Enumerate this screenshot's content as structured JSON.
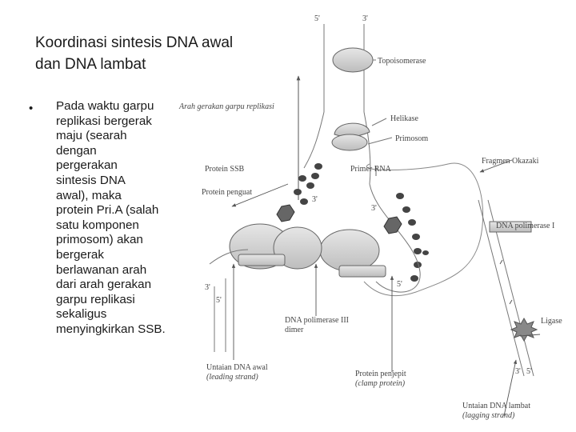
{
  "slide": {
    "title_lines": [
      "Koordinasi sintesis DNA awal",
      "dan DNA lambat"
    ],
    "bullet_symbol": "•",
    "bullet_lines": [
      "Pada waktu garpu",
      "replikasi bergerak",
      "maju (searah",
      "dengan",
      "pergerakan",
      "sintesis DNA",
      "awal), maka",
      "protein Pri.A (salah",
      "satu komponen",
      "primosom) akan",
      "bergerak",
      "berlawanan arah",
      "dari arah gerakan",
      "garpu replikasi",
      "sekaligus",
      "menyingkirkan SSB."
    ]
  },
  "diagram": {
    "labels": {
      "five_prime_top": "5'",
      "three_prime_top": "3'",
      "topoisomerase": "Topoisomerase",
      "arah": "Arah gerakan garpu replikasi",
      "helikase": "Helikase",
      "primosom": "Primosom",
      "fragmen_okazaki": "Fragmen Okazaki",
      "protein_ssb": "Protein SSB",
      "primer_rna": "Primer RNA",
      "protein_penguat": "Protein penguat",
      "three_prime_a": "3'",
      "three_prime_b": "3'",
      "dna_pol_i": "DNA polimerase I",
      "three_prime_left": "3'",
      "five_prime_left": "5'",
      "five_prime_mid": "5'",
      "dna_pol_iii_1": "DNA polimerase III",
      "dna_pol_iii_2": "dimer",
      "ligase": "Ligase",
      "leading_1": "Untaian DNA awal",
      "leading_2": "(leading strand)",
      "penjepit_1": "Protein penjepit",
      "penjepit_2": "(clamp protein)",
      "three_prime_bottom": "3'",
      "five_prime_bottom": "5'",
      "lagging_1": "Untaian DNA lambat",
      "lagging_2": "(lagging strand)"
    }
  }
}
